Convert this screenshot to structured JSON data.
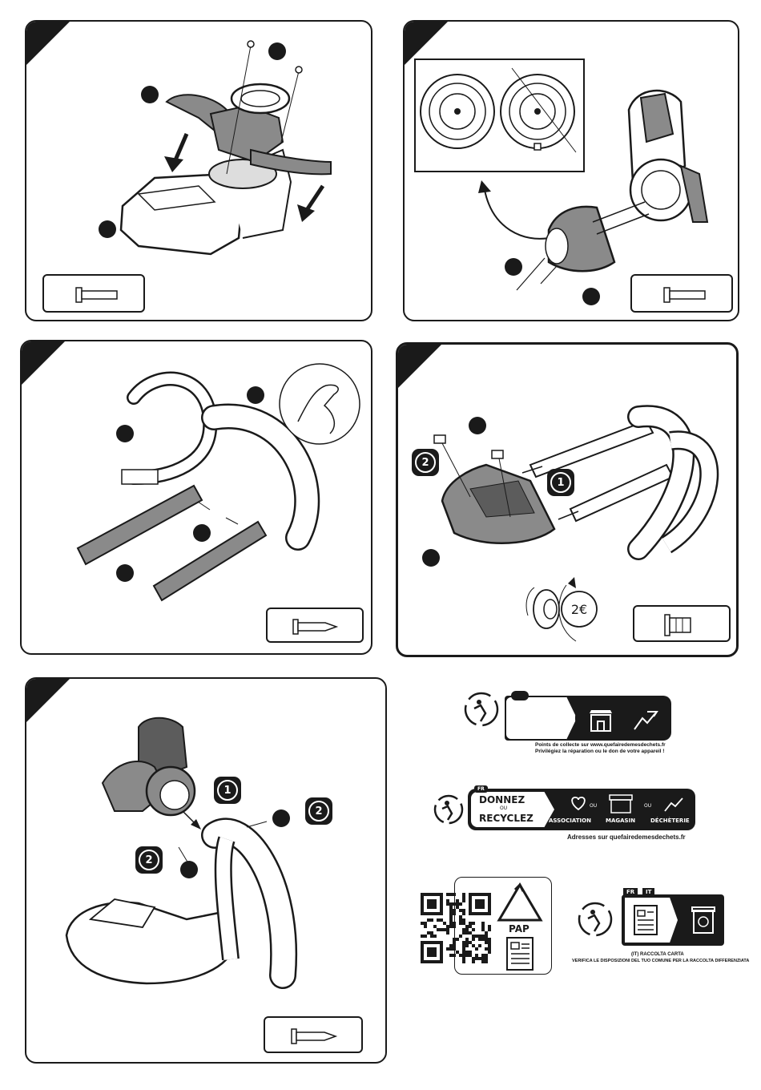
{
  "panel4": {
    "step1": "1",
    "step2": "2",
    "coin": "2€"
  },
  "panel5": {
    "step1": "1",
    "step2a": "2",
    "step2b": "2"
  },
  "triman1": {
    "line1": "Points de collecte sur www.quefairedemesdechets.fr",
    "line2": "Privilégiez la réparation ou le don de votre appareil !"
  },
  "triman2": {
    "badge": "FR",
    "title1": "DONNEZ",
    "ou1": "OU",
    "title2": "RECYCLEZ",
    "cat1": "ASSOCIATION",
    "ou2": "OU",
    "cat2": "MAGASIN",
    "ou3": "OU",
    "cat3": "DÉCHÈTERIE",
    "address": "Adresses sur quefairedemesdechets.fr"
  },
  "pap": {
    "label": "PAP"
  },
  "it": {
    "badge_fr": "FR",
    "badge_it": "IT",
    "line1": "(IT) RACCOLTA CARTA",
    "line2": "VERIFICA LE DISPOSIZIONI DEL TUO COMUNE PER LA RACCOLTA DIFFERENZIATA"
  },
  "colors": {
    "ink": "#1a1a1a",
    "part_grey": "#8a8a8a",
    "part_dark": "#5c5c5c",
    "badge": "#2a2a2a"
  }
}
